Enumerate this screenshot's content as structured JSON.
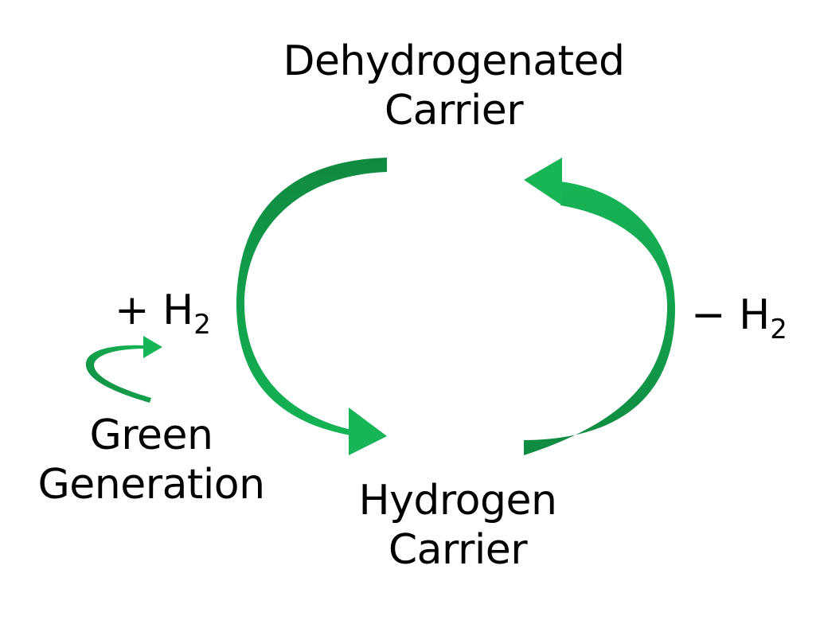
{
  "nodes": {
    "top": {
      "line1": "Dehydrogenated",
      "line2": "Carrier"
    },
    "bottom": {
      "line1": "Hydrogen",
      "line2": "Carrier"
    },
    "source": {
      "line1": "Green",
      "line2": "Generation"
    }
  },
  "reactions": {
    "left": {
      "sign": "+ H",
      "subscript": "2"
    },
    "right": {
      "sign": "− H",
      "subscript": "2"
    }
  },
  "colors": {
    "arrow_dark": "#128a45",
    "arrow_light": "#16b556",
    "text": "#000000"
  }
}
